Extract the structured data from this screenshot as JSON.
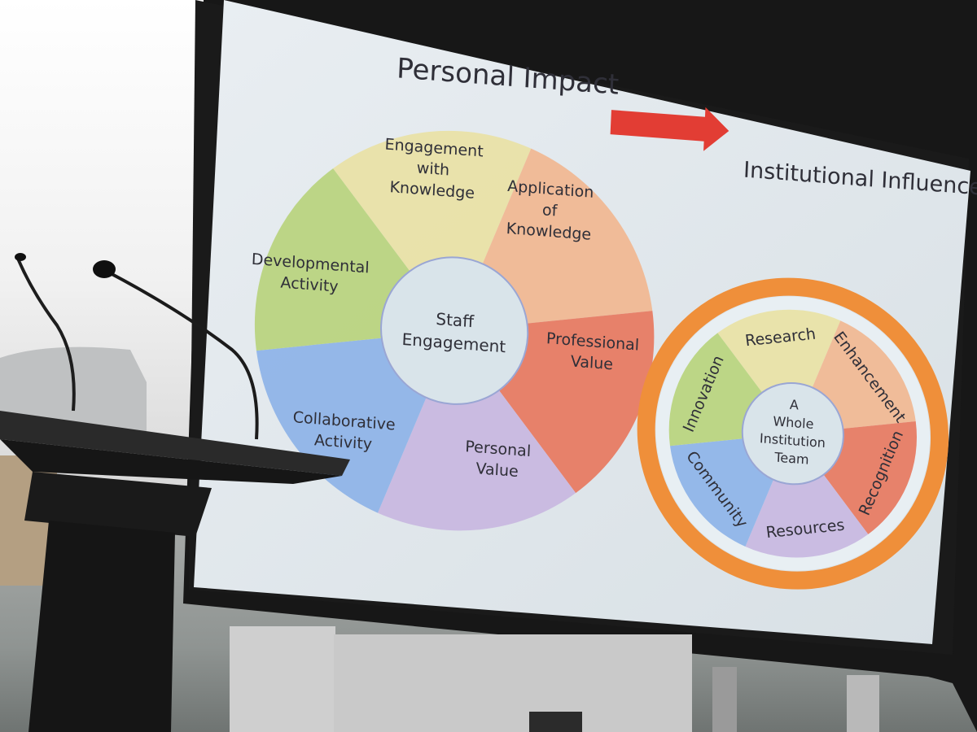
{
  "slide": {
    "title_left": "Personal Impact",
    "title_right": "Institutional Influence",
    "colors": {
      "yellow": "#e9e1a6",
      "peach": "#f0b894",
      "red": "#e77b63",
      "lavender": "#c8b8e0",
      "blue": "#8fb4e8",
      "green": "#b9d47f",
      "hub": "#d9e4ea",
      "ring": "#ef8f3a",
      "arrow": "#e23d34",
      "slide_bg": "#e4ebef"
    },
    "left_wheel": {
      "center_label_line1": "Staff",
      "center_label_line2": "Engagement",
      "segments": [
        {
          "label": "Engagement with Knowledge",
          "lines": [
            "Engagement",
            "with",
            "Knowledge"
          ],
          "color": "yellow"
        },
        {
          "label": "Application of Knowledge",
          "lines": [
            "Application",
            "of",
            "Knowledge"
          ],
          "color": "peach"
        },
        {
          "label": "Professional Value",
          "lines": [
            "Professional",
            "Value"
          ],
          "color": "red"
        },
        {
          "label": "Personal Value",
          "lines": [
            "Personal",
            "Value"
          ],
          "color": "lavender"
        },
        {
          "label": "Collaborative Activity",
          "lines": [
            "Collaborative",
            "Activity"
          ],
          "color": "blue"
        },
        {
          "label": "Developmental Activity",
          "lines": [
            "Developmental",
            "Activity"
          ],
          "color": "green"
        }
      ]
    },
    "right_wheel": {
      "center_lines": [
        "A",
        "Whole",
        "Institution",
        "Team"
      ],
      "segments": [
        {
          "label": "Research",
          "color": "yellow"
        },
        {
          "label": "Enhancement",
          "color": "peach"
        },
        {
          "label": "Recognition",
          "color": "red"
        },
        {
          "label": "Resources",
          "color": "lavender"
        },
        {
          "label": "Community",
          "color": "blue"
        },
        {
          "label": "Innovation",
          "color": "green"
        }
      ]
    }
  }
}
